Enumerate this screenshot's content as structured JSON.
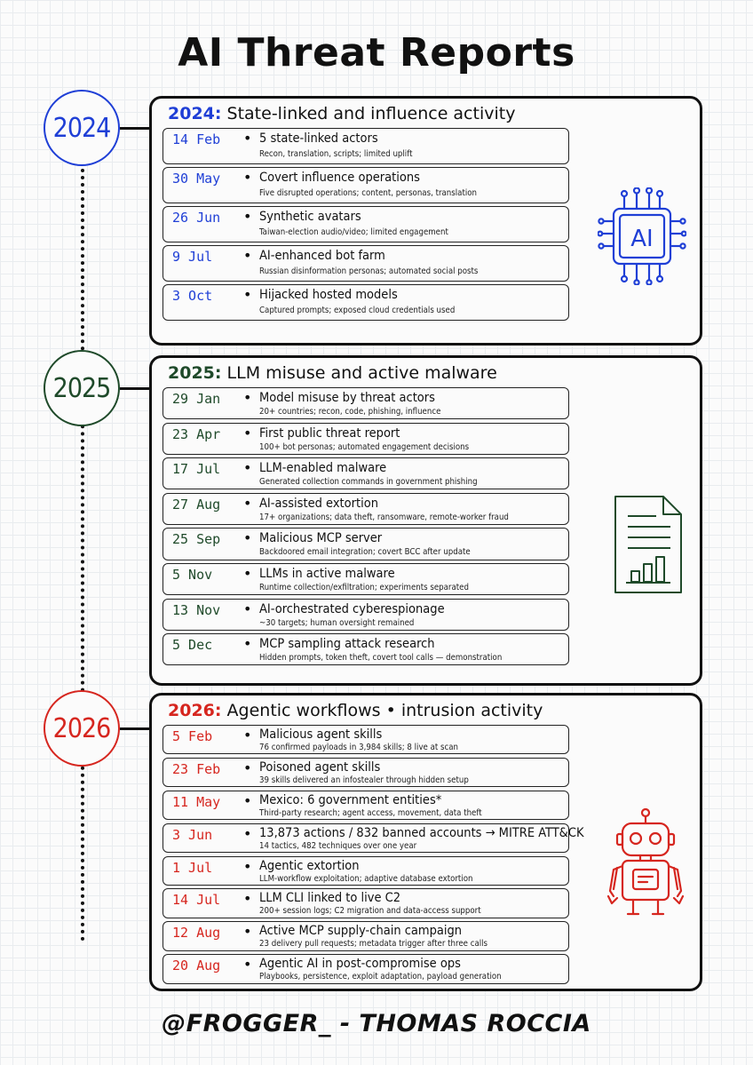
{
  "title": "AI Threat Reports",
  "colors": {
    "blue": "#1f3fd6",
    "green": "#1f4a2a",
    "red": "#d6261f"
  },
  "sections": [
    {
      "year": "2024",
      "year_label": "2024:",
      "heading": "State-linked and influence activity",
      "icon": "ai-chip-icon",
      "items": [
        {
          "date": "14 Feb",
          "title": "5 state-linked actors",
          "detail": "Recon, translation, scripts; limited uplift"
        },
        {
          "date": "30 May",
          "title": "Covert influence operations",
          "detail": "Five disrupted operations; content, personas, translation"
        },
        {
          "date": "26 Jun",
          "title": "Synthetic avatars",
          "detail": "Taiwan-election audio/video; limited engagement"
        },
        {
          "date": "9 Jul",
          "title": "AI-enhanced bot farm",
          "detail": "Russian disinformation personas; automated social posts"
        },
        {
          "date": "3 Oct",
          "title": "Hijacked hosted models",
          "detail": "Captured prompts; exposed cloud credentials used"
        }
      ]
    },
    {
      "year": "2025",
      "year_label": "2025:",
      "heading": "LLM misuse and active malware",
      "icon": "document-chart-icon",
      "items": [
        {
          "date": "29 Jan",
          "title": "Model misuse by threat actors",
          "detail": "20+ countries; recon, code, phishing, influence"
        },
        {
          "date": "23 Apr",
          "title": "First public threat report",
          "detail": "100+ bot personas; automated engagement decisions"
        },
        {
          "date": "17 Jul",
          "title": "LLM-enabled malware",
          "detail": "Generated collection commands in government phishing"
        },
        {
          "date": "27 Aug",
          "title": "AI-assisted extortion",
          "detail": "17+ organizations; data theft, ransomware, remote-worker fraud"
        },
        {
          "date": "25 Sep",
          "title": "Malicious MCP server",
          "detail": "Backdoored email integration; covert BCC after update"
        },
        {
          "date": "5 Nov",
          "title": "LLMs in active malware",
          "detail": "Runtime collection/exfiltration; experiments separated"
        },
        {
          "date": "13 Nov",
          "title": "AI-orchestrated cyberespionage",
          "detail": "~30 targets; human oversight remained"
        },
        {
          "date": "5 Dec",
          "title": "MCP sampling attack research",
          "detail": "Hidden prompts, token theft, covert tool calls — demonstration"
        }
      ]
    },
    {
      "year": "2026",
      "year_label": "2026:",
      "heading": "Agentic workflows • intrusion activity",
      "icon": "robot-icon",
      "items": [
        {
          "date": "5 Feb",
          "title": "Malicious agent skills",
          "detail": "76 confirmed payloads in 3,984 skills; 8 live at scan"
        },
        {
          "date": "23 Feb",
          "title": "Poisoned agent skills",
          "detail": "39 skills delivered an infostealer through hidden setup"
        },
        {
          "date": "11 May",
          "title": "Mexico: 6 government entities*",
          "detail": "Third-party research; agent access, movement, data theft"
        },
        {
          "date": "3 Jun",
          "title": "13,873 actions / 832 banned accounts → MITRE ATT&CK",
          "detail": "14 tactics, 482 techniques over one year"
        },
        {
          "date": "1 Jul",
          "title": "Agentic extortion",
          "detail": "LLM-workflow exploitation; adaptive database extortion"
        },
        {
          "date": "14 Jul",
          "title": "LLM CLI linked to live C2",
          "detail": "200+ session logs; C2 migration and data-access support"
        },
        {
          "date": "12 Aug",
          "title": "Active MCP supply-chain campaign",
          "detail": "23 delivery pull requests; metadata trigger after three calls"
        },
        {
          "date": "20 Aug",
          "title": "Agentic AI in post-compromise ops",
          "detail": "Playbooks, persistence, exploit adaptation, payload generation"
        }
      ]
    }
  ],
  "footer": "@FROGGER_  - THOMAS ROCCIA"
}
